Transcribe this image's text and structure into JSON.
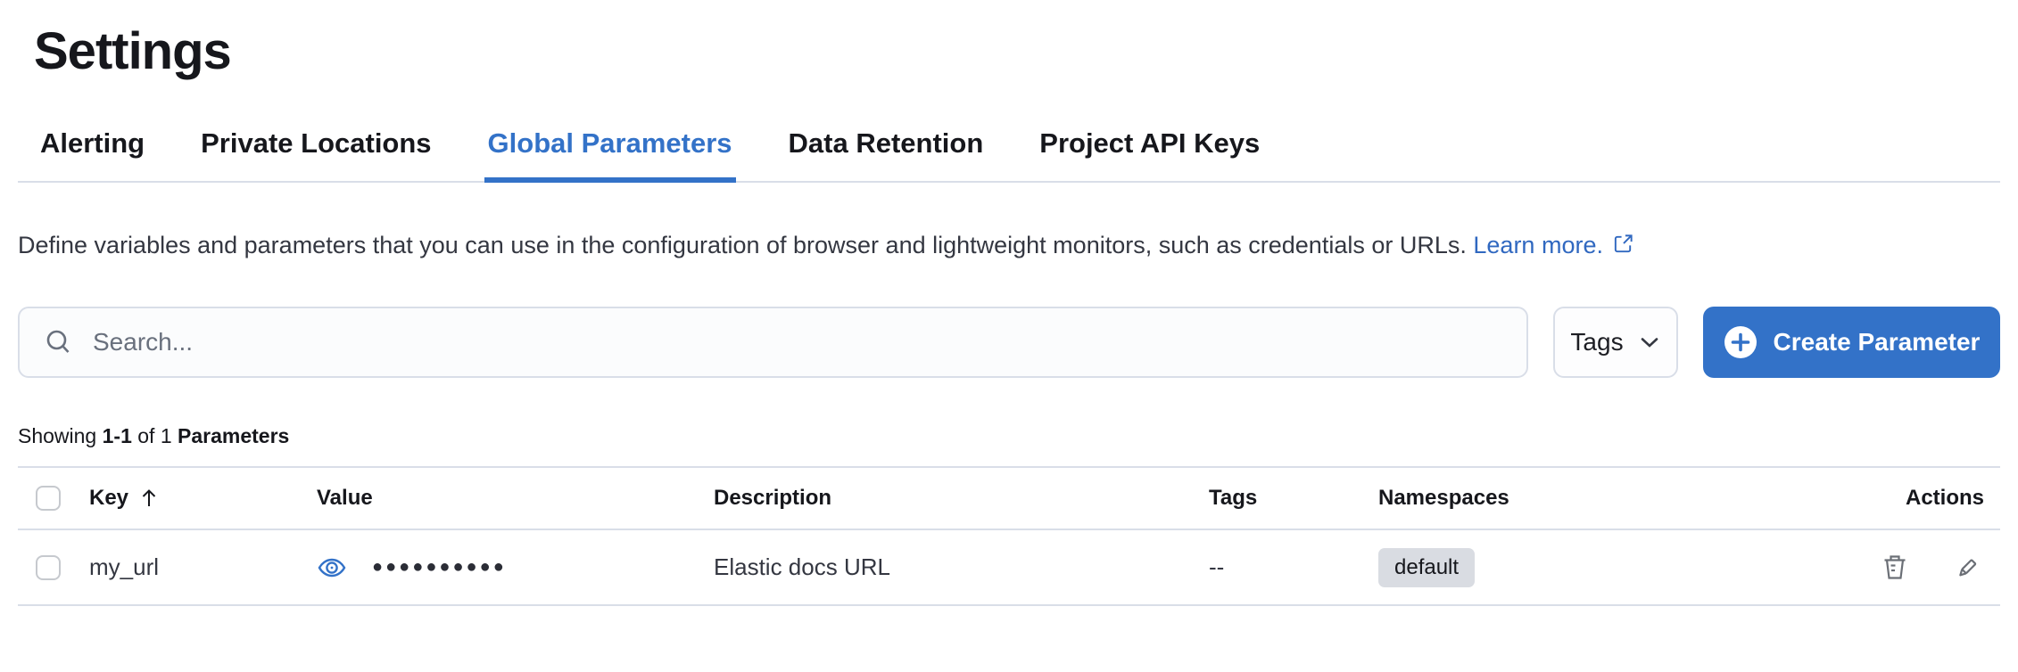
{
  "page": {
    "title": "Settings"
  },
  "tabs": [
    {
      "label": "Alerting",
      "active": false
    },
    {
      "label": "Private Locations",
      "active": false
    },
    {
      "label": "Global Parameters",
      "active": true
    },
    {
      "label": "Data Retention",
      "active": false
    },
    {
      "label": "Project API Keys",
      "active": false
    }
  ],
  "description": {
    "text": "Define variables and parameters that you can use in the configuration of browser and lightweight monitors, such as credentials or URLs.",
    "link_label": "Learn more."
  },
  "toolbar": {
    "search_placeholder": "Search...",
    "tags_label": "Tags",
    "create_label": "Create Parameter"
  },
  "summary": {
    "showing": "Showing",
    "range": "1-1",
    "of": "of 1",
    "entity": "Parameters"
  },
  "table": {
    "headers": {
      "key": "Key",
      "value": "Value",
      "description": "Description",
      "tags": "Tags",
      "namespaces": "Namespaces",
      "actions": "Actions"
    },
    "sort": {
      "column": "Key",
      "direction": "ascending"
    },
    "rows": [
      {
        "key": "my_url",
        "masked_value": "●●●●●●●●●●",
        "description": "Elastic docs URL",
        "tags": "--",
        "namespace": "default"
      }
    ]
  },
  "colors": {
    "primary": "#3372c8",
    "link": "#3068c0",
    "badge_bg": "#d9dce2",
    "border": "#d9dee8",
    "text": "#343741",
    "heading": "#16171c",
    "subdued": "#69707d"
  }
}
